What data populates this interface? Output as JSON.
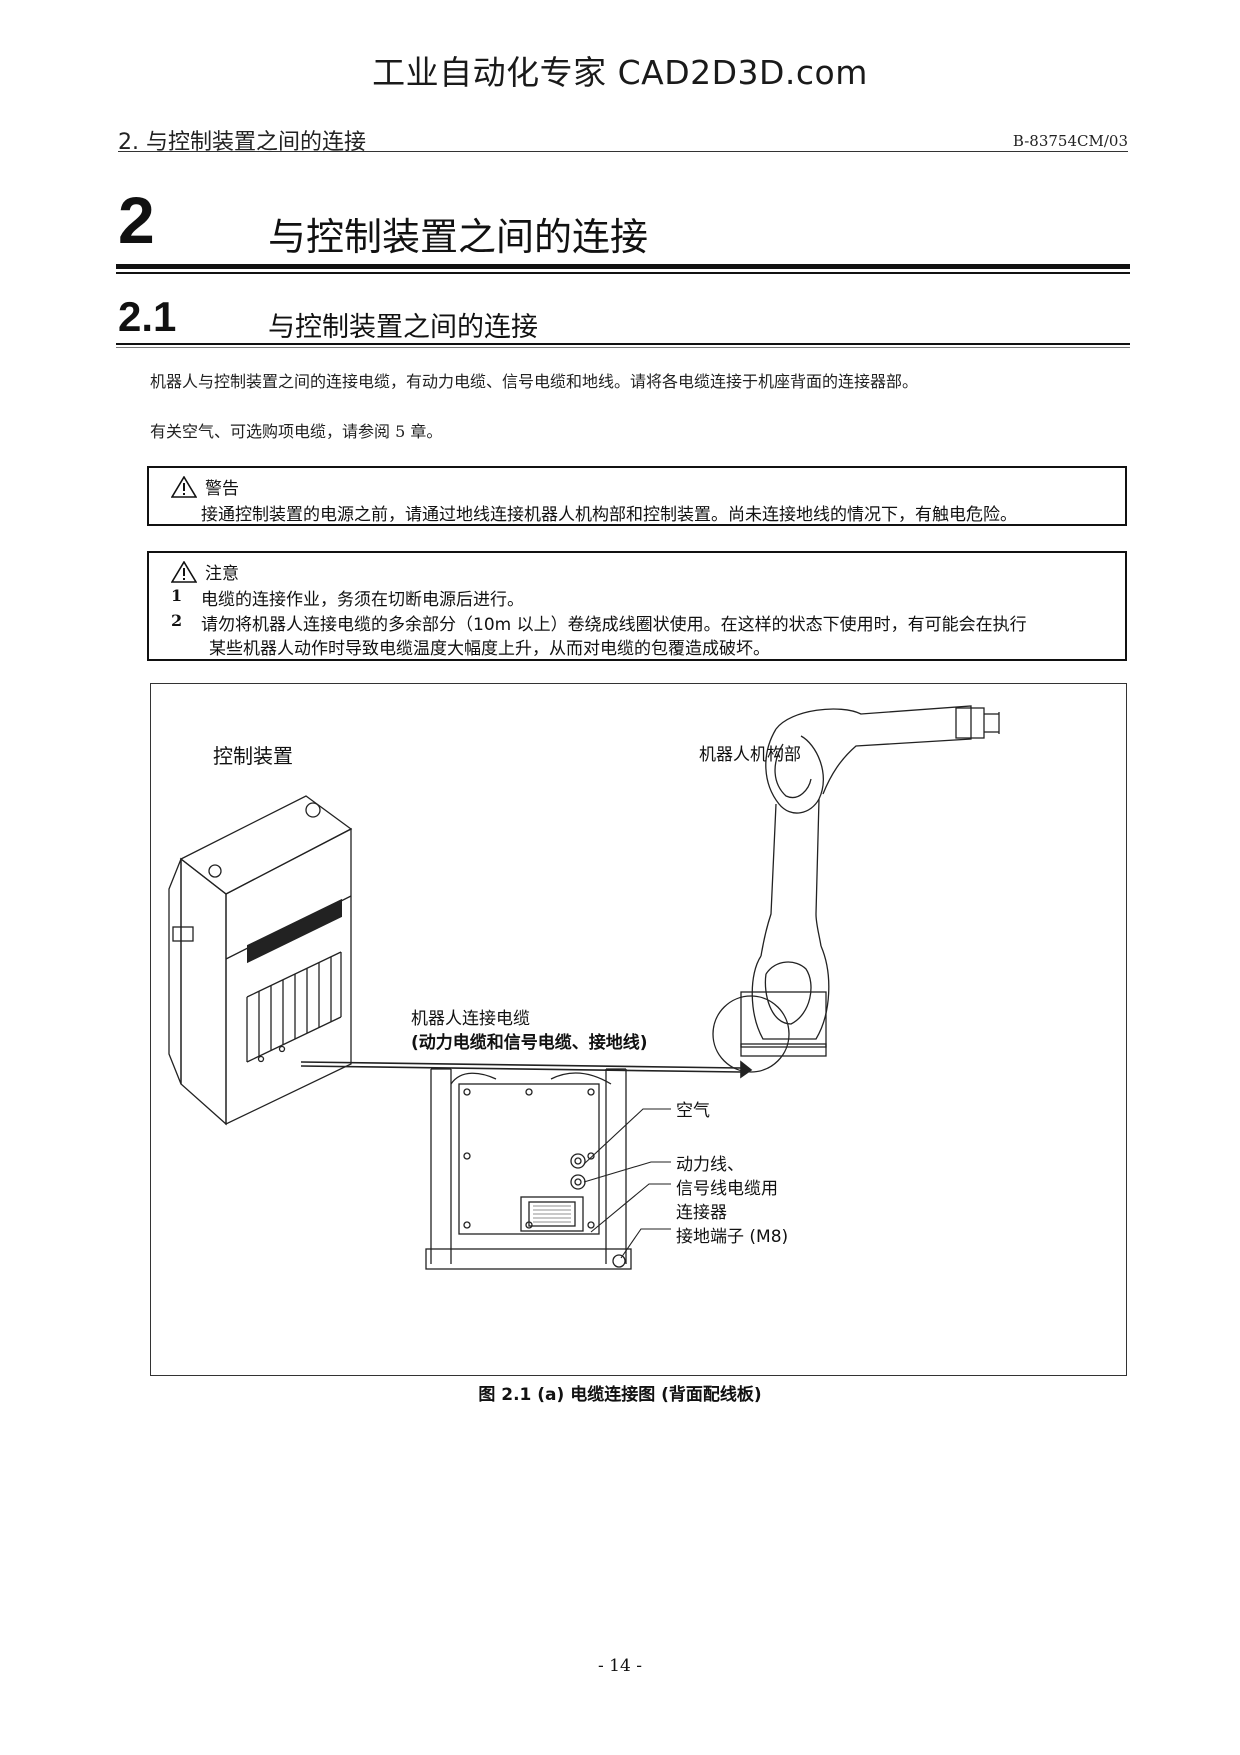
{
  "watermark": "工业自动化专家 CAD2D3D.com",
  "running_header": {
    "title": "2. 与控制装置之间的连接",
    "doc_number": "B-83754CM/03"
  },
  "chapter": {
    "number": "2",
    "title": "与控制装置之间的连接"
  },
  "section": {
    "number": "2.1",
    "title": "与控制装置之间的连接"
  },
  "paragraphs": [
    "机器人与控制装置之间的连接电缆，有动力电缆、信号电缆和地线。请将各电缆连接于机座背面的连接器部。",
    "有关空气、可选购项电缆，请参阅 5 章。"
  ],
  "warning": {
    "heading": "警告",
    "text": "接通控制装置的电源之前，请通过地线连接机器人机构部和控制装置。尚未连接地线的情况下，有触电危险。"
  },
  "caution": {
    "heading": "注意",
    "items": [
      {
        "num": "1",
        "text": "电缆的连接作业，务须在切断电源后进行。"
      },
      {
        "num": "2",
        "text": "请勿将机器人连接电缆的多余部分（10m 以上）卷绕成线圈状使用。在这样的状态下使用时，有可能会在执行",
        "cont": "某些机器人动作时导致电缆温度大幅度上升，从而对电缆的包覆造成破坏。"
      }
    ]
  },
  "figure": {
    "labels": {
      "controller": "控制装置",
      "robot": "机器人机构部",
      "cable_line1": "机器人连接电缆",
      "cable_line2": "(动力电缆和信号电缆、接地线)",
      "air": "空气",
      "connector_line1": "动力线、",
      "connector_line2": "信号线电缆用",
      "connector_line3": "连接器",
      "ground": "接地端子 (M8)"
    },
    "caption": "图 2.1 (a)  电缆连接图 (背面配线板)"
  },
  "page_number": "- 14 -"
}
